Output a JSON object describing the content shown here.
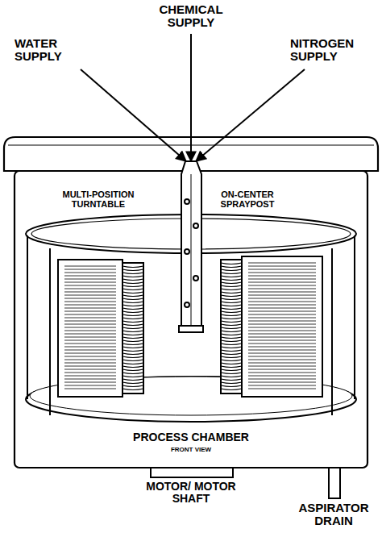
{
  "diagram": {
    "labels": [
      "CHEMICAL SUPPLY",
      "WATER SUPPLY",
      "NITROGEN SUPPLY",
      "MULTI-POSITION TURNTABLE",
      "ON-CENTER SPRAYPOST",
      "PROCESS CHAMBER",
      "FRONT VIEW",
      "MOTOR/ MOTOR SHAFT",
      "ASPIRATOR DRAIN"
    ]
  }
}
